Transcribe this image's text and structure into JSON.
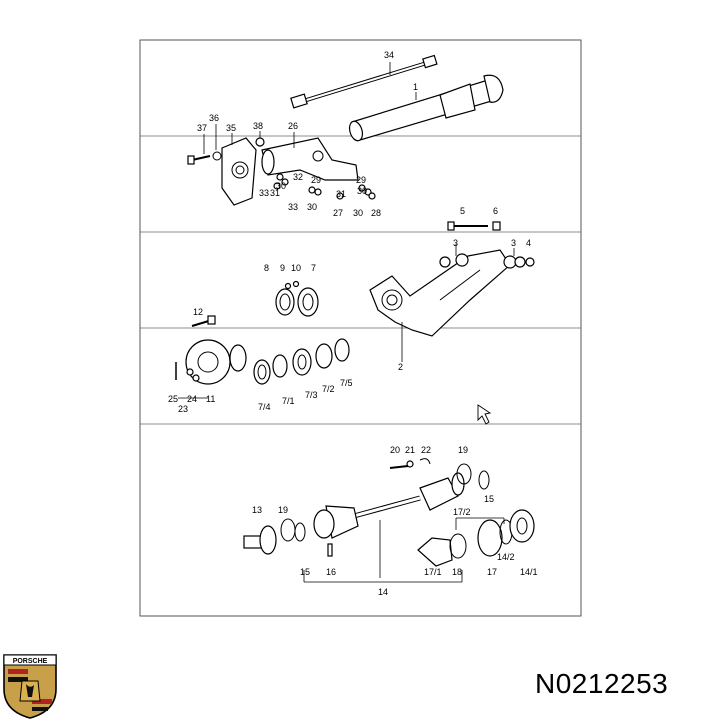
{
  "part_code": "N0212253",
  "logo": {
    "text": "PORSCHE"
  },
  "labels": {
    "l1": "1",
    "l2": "2",
    "l3a": "3",
    "l3b": "3",
    "l4": "4",
    "l5": "5",
    "l6": "6",
    "l7": "7",
    "l7_1": "7/1",
    "l7_2": "7/2",
    "l7_3": "7/3",
    "l7_4": "7/4",
    "l7_5": "7/5",
    "l8": "8",
    "l9": "9",
    "l10": "10",
    "l11": "11",
    "l12": "12",
    "l13": "13",
    "l14": "14",
    "l14_1": "14/1",
    "l14_2": "14/2",
    "l15a": "15",
    "l15b": "15",
    "l16": "16",
    "l17": "17",
    "l17_1": "17/1",
    "l17_2": "17/2",
    "l18": "18",
    "l19a": "19",
    "l19b": "19",
    "l20": "20",
    "l21": "21",
    "l22": "22",
    "l23": "23",
    "l24": "24",
    "l25": "25",
    "l26": "26",
    "l27": "27",
    "l28": "28",
    "l29a": "29",
    "l29b": "29",
    "l30a": "30",
    "l30b": "30",
    "l30c": "30",
    "l30d": "30",
    "l31a": "31",
    "l31b": "31",
    "l32": "32",
    "l33a": "33",
    "l33b": "33",
    "l34": "34",
    "l35": "35",
    "l36": "36",
    "l37": "37",
    "l38": "38"
  }
}
